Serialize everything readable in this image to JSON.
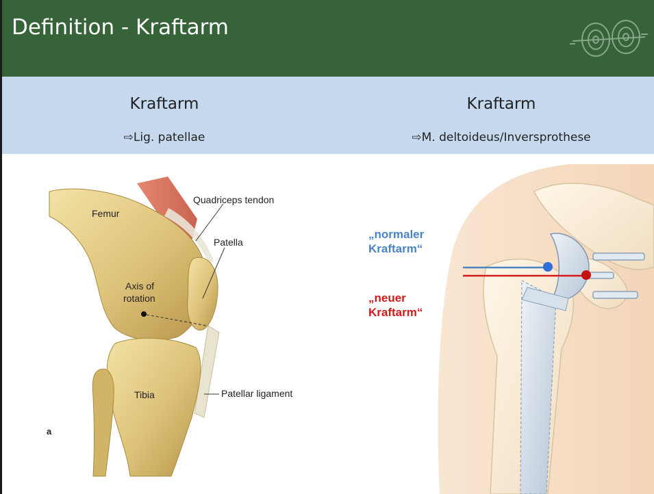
{
  "slide": {
    "title": "Definition - Kraftarm",
    "left": {
      "heading": "Kraftarm",
      "sub_arrow": "⇨",
      "sub_text": "Lig. patellae"
    },
    "right": {
      "heading": "Kraftarm",
      "sub_arrow": "⇨",
      "sub_text": "M. deltoideus/Inversprothese"
    }
  },
  "knee_figure": {
    "labels": {
      "femur": "Femur",
      "quadriceps": "Quadriceps tendon",
      "patella": "Patella",
      "axis_1": "Axis of",
      "axis_2": "rotation",
      "tibia": "Tibia",
      "ligament": "Patellar ligament",
      "panel": "a"
    }
  },
  "shoulder_figure": {
    "normal_1": "„normaler",
    "normal_2": "Kraftarm“",
    "new_1": "„neuer",
    "new_2": "Kraftarm“"
  },
  "colors": {
    "title_bar": "#366338",
    "subheader": "#c7d9ef",
    "normal_lever": "#4a84c4",
    "new_lever": "#d11a1a"
  }
}
